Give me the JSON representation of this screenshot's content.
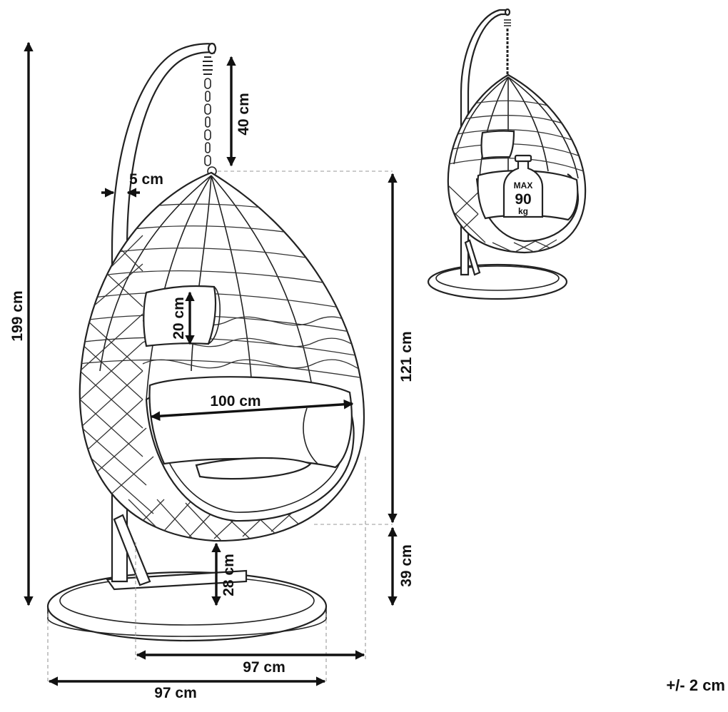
{
  "dimensions": {
    "total_height": "199 cm",
    "chain_length": "40 cm",
    "stand_tube": "5 cm",
    "basket_height": "121 cm",
    "pillow_height": "20 cm",
    "basket_width": "100 cm",
    "ground_clearance": "39 cm",
    "base_height": "28 cm",
    "base_depth": "97 cm",
    "base_width": "97 cm"
  },
  "max_load": {
    "top": "MAX",
    "value": "90",
    "unit": "kg"
  },
  "tolerance": "+/- 2 cm"
}
